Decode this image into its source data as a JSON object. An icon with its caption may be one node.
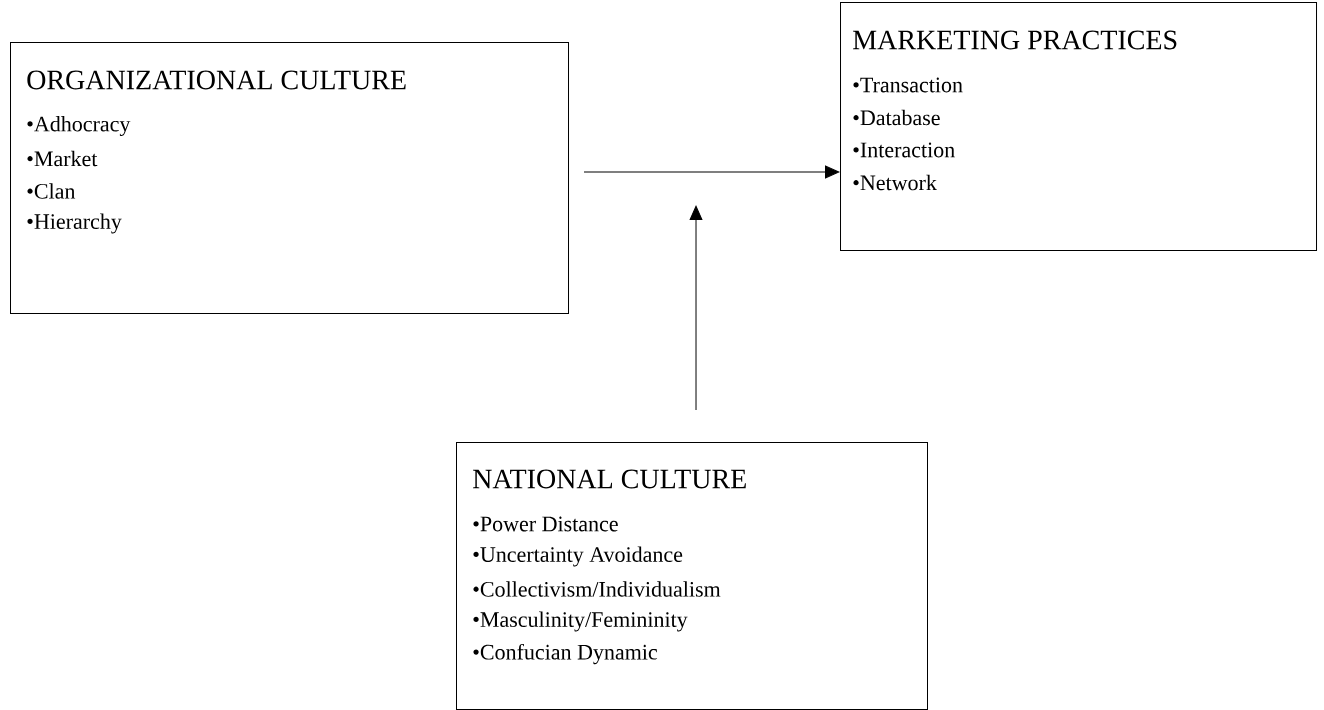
{
  "diagram": {
    "nodes": [
      {
        "text": [
          "ORGANIZATIONAL CULTURE",
          "•Adhocracy",
          "•Market",
          "•Clan",
          "•Hierarchy"
        ]
      },
      {
        "text": [
          "MARKETING PRACTICES",
          "•Transaction",
          "•Database",
          "•Interaction",
          "•Network"
        ]
      },
      {
        "text": [
          "NATIONAL CULTURE",
          "•Power Distance",
          "•Uncertainty Avoidance",
          "•Collectivism/Individualism",
          "•Masculinity/Femininity",
          "•Confucian Dynamic"
        ]
      }
    ],
    "edges": [
      {
        "from": 0,
        "to": 1,
        "arrow": "to"
      },
      {
        "from": 2,
        "to": null,
        "arrow": "to"
      }
    ]
  }
}
